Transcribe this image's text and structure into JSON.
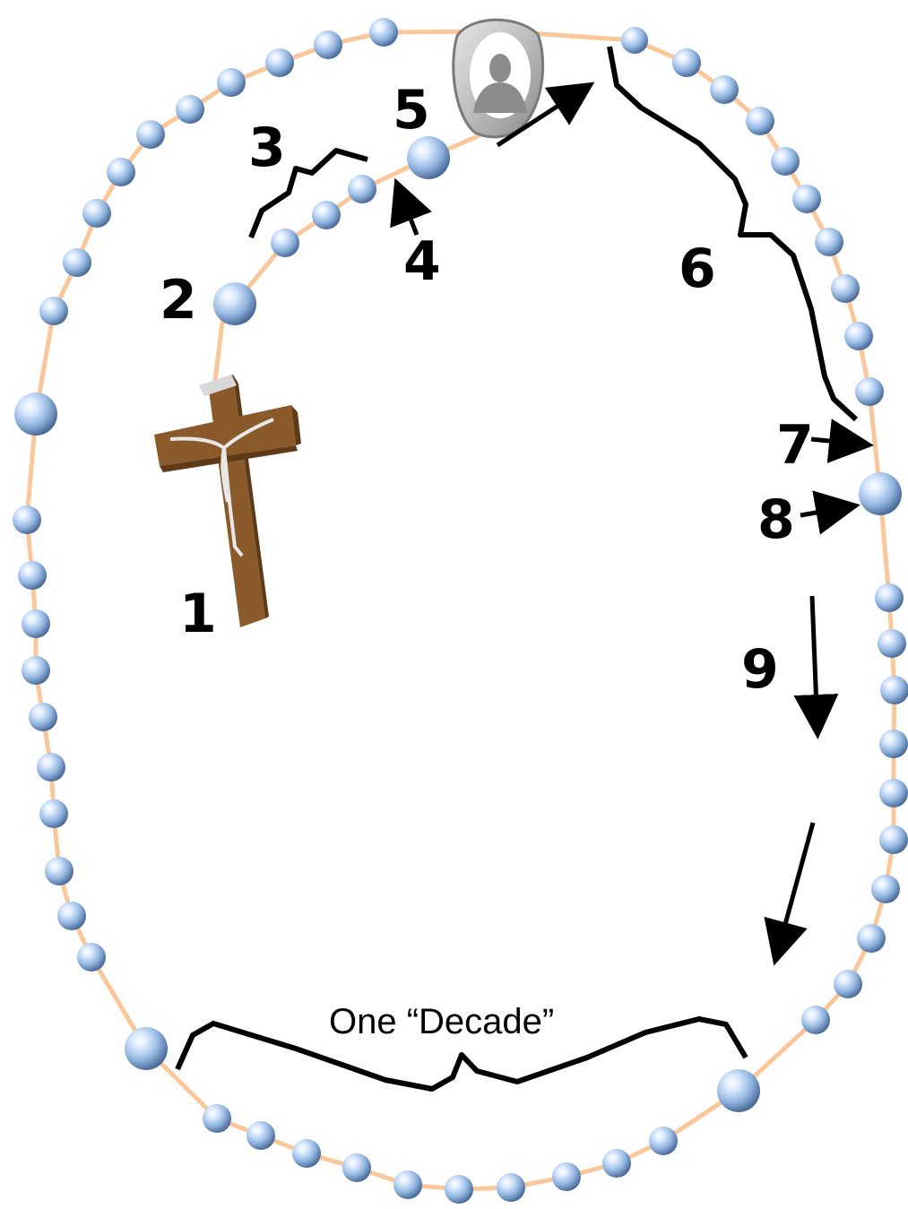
{
  "diagram": {
    "colors": {
      "string": "#f9c79a",
      "bead_light": "#e8f3ff",
      "bead_mid": "#9fc2ea",
      "bead_dark": "#4d6f9c",
      "cross_wood": "#8b5a2b",
      "cross_wood_dark": "#5e3a17",
      "medal": "#a8a8a8",
      "ink": "#000000"
    },
    "labels": {
      "step1": "1",
      "step2": "2",
      "step3": "3",
      "step4": "4",
      "step5": "5",
      "step6": "6",
      "step7": "7",
      "step8": "8",
      "step9": "9",
      "decade": "One “Decade”"
    },
    "icons": {
      "crucifix": "crucifix-icon",
      "centerpiece": "mary-medal-icon"
    }
  }
}
